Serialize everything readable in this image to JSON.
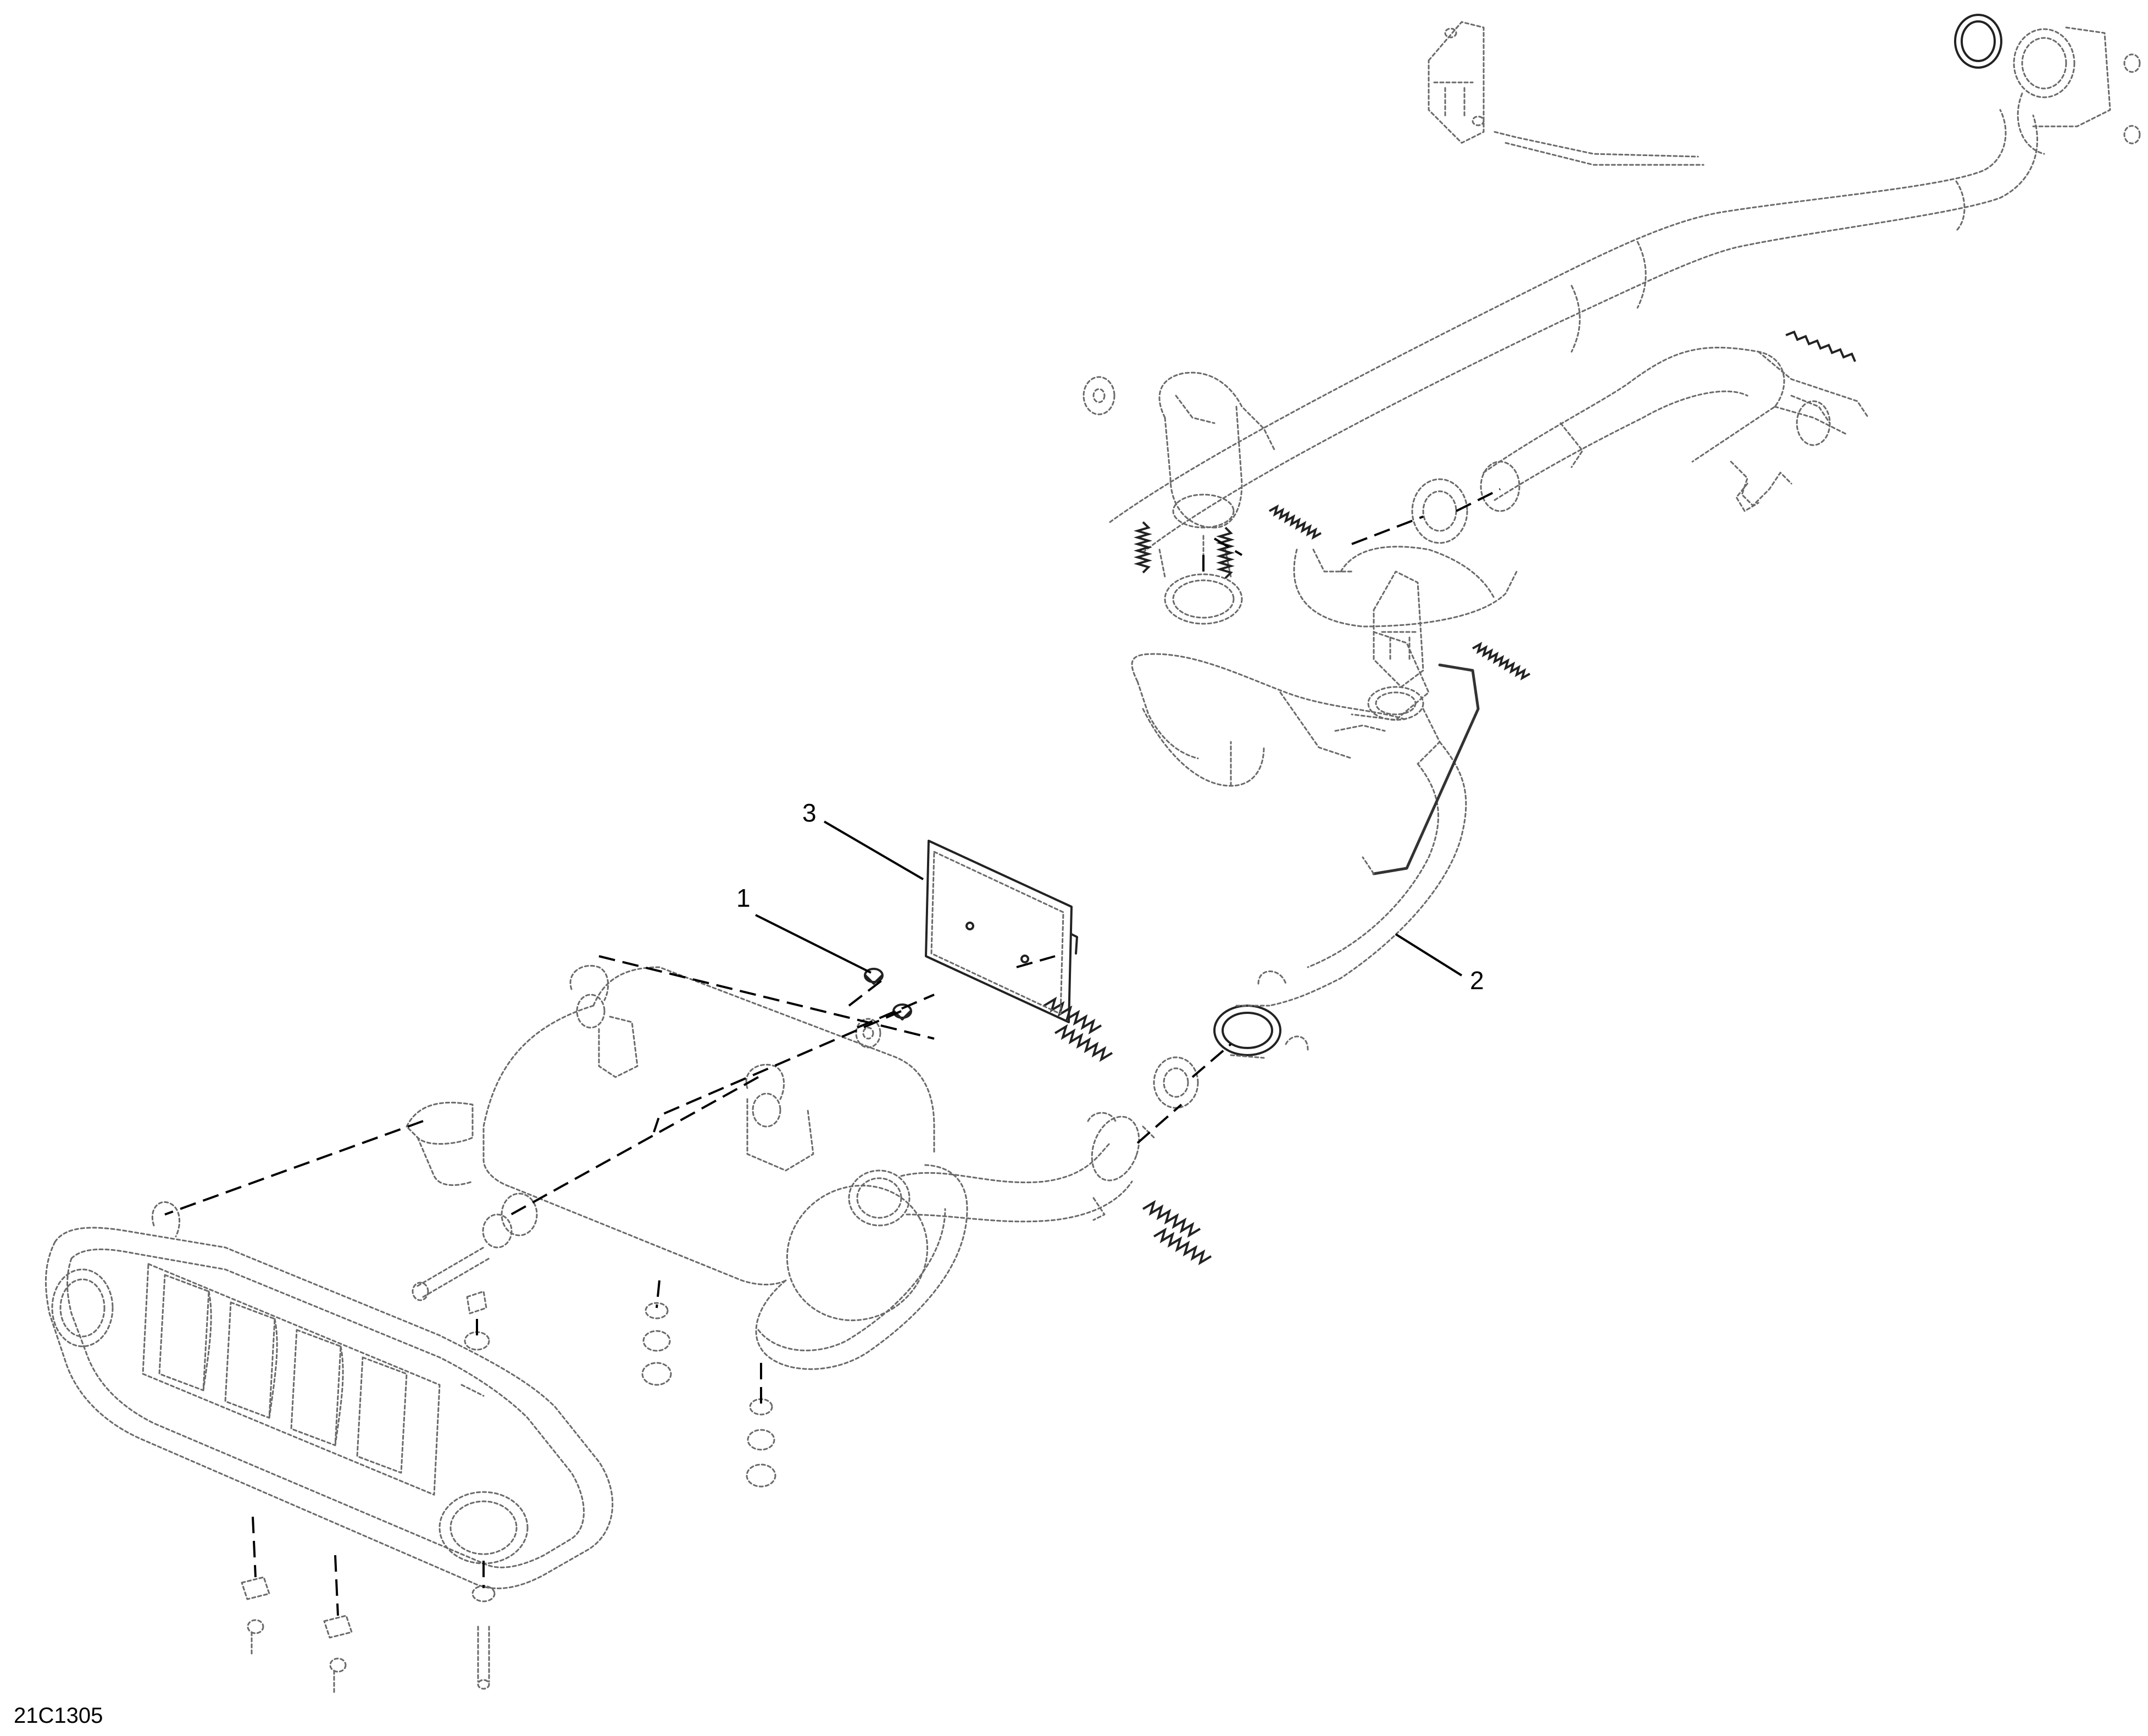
{
  "callouts": {
    "c1": "1",
    "c2": "2",
    "c3": "3"
  },
  "figure_code": "21C1305"
}
